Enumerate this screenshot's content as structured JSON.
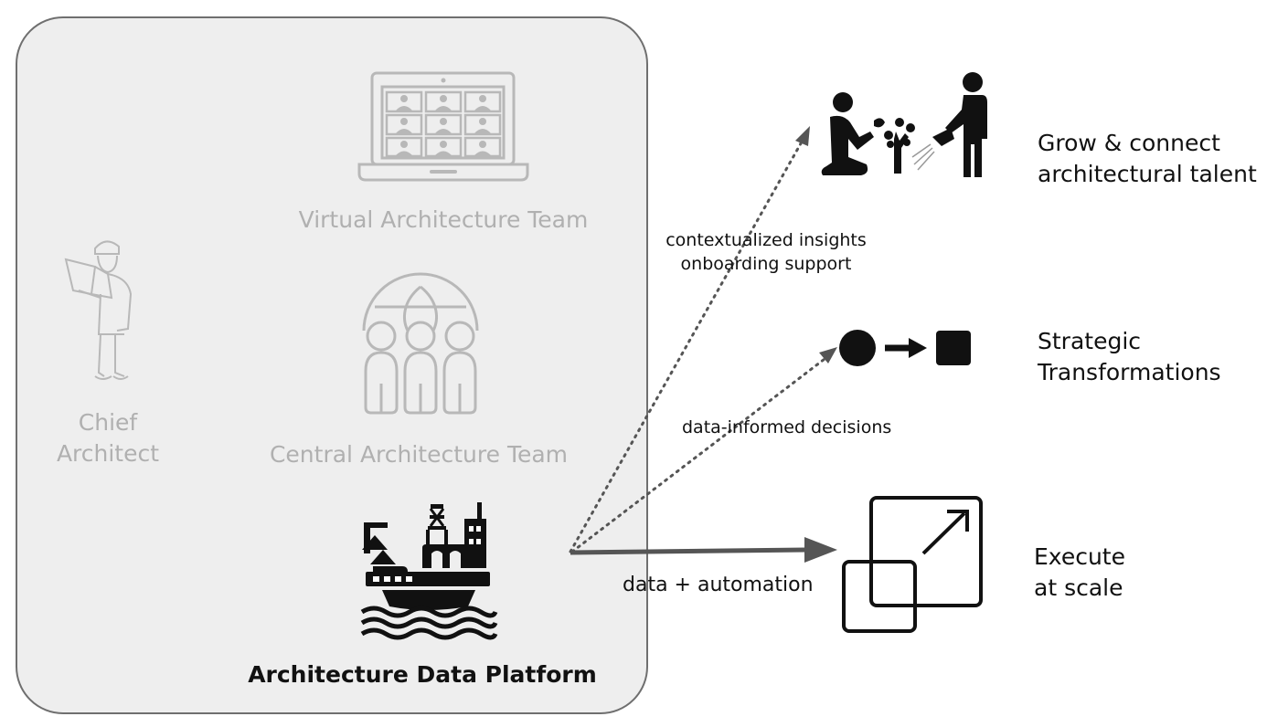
{
  "panel": {
    "virtual_team": "Virtual Architecture Team",
    "central_team": "Central Architecture Team",
    "chief": [
      "Chief",
      "Architect"
    ],
    "platform": "Architecture Data Platform"
  },
  "edges": {
    "talent": [
      "contextualized insights",
      "onboarding support"
    ],
    "strategic": "data-informed decisions",
    "execute": "data + automation"
  },
  "outcomes": {
    "talent": [
      "Grow & connect",
      "architectural talent"
    ],
    "strategic": [
      "Strategic",
      "Transformations"
    ],
    "execute": [
      "Execute",
      "at scale"
    ]
  },
  "icons": {
    "virtual_team": "laptop-video-call-icon",
    "central_team": "team-globe-icon",
    "chief": "architect-reading-plans-icon",
    "platform": "oil-platform-icon",
    "talent": "people-watering-tree-icon",
    "strategic": "circle-arrow-square-icon",
    "execute": "scale-up-squares-icon"
  },
  "colors": {
    "panel_bg": "#eeeeee",
    "muted": "#b0b0b0",
    "ink": "#111111",
    "connector": "#555555"
  }
}
